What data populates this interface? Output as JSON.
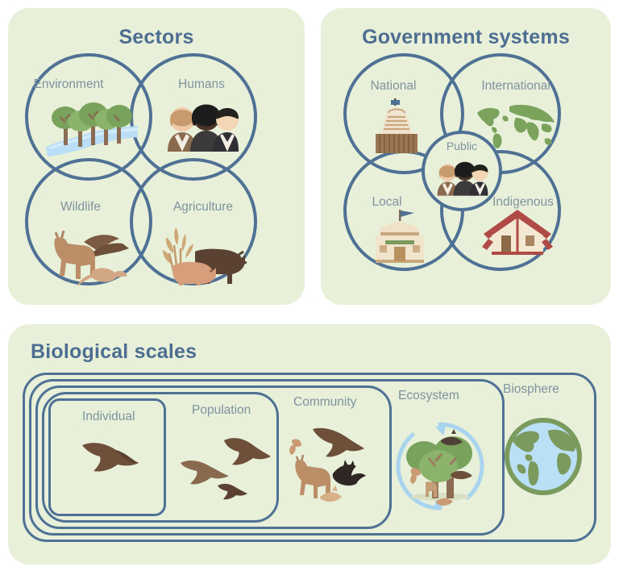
{
  "figure": {
    "background": "#ffffff",
    "panel_bg": "#e8f0da",
    "stroke": "#4e7194",
    "title_color": "#4e6e91",
    "label_color": "#7f939f"
  },
  "panels": [
    {
      "id": "sectors",
      "title": "Sectors",
      "type": "venn-4",
      "items": [
        {
          "label": "Environment",
          "icon": "forest-river-icon",
          "position": "top-left"
        },
        {
          "label": "Humans",
          "icon": "three-people-icon",
          "position": "top-right"
        },
        {
          "label": "Wildlife",
          "icon": "deer-bird-lizard-icon",
          "position": "bottom-left"
        },
        {
          "label": "Agriculture",
          "icon": "cow-pig-wheat-icon",
          "position": "bottom-right"
        }
      ]
    },
    {
      "id": "government-systems",
      "title": "Government systems",
      "type": "venn-4-plus-center",
      "items": [
        {
          "label": "National",
          "icon": "parliament-building-icon",
          "position": "top-left"
        },
        {
          "label": "International",
          "icon": "world-map-icon",
          "position": "top-right"
        },
        {
          "label": "Local",
          "icon": "town-hall-icon",
          "position": "bottom-left"
        },
        {
          "label": "Indigenous",
          "icon": "marae-house-icon",
          "position": "bottom-right"
        },
        {
          "label": "Public",
          "icon": "three-people-icon",
          "position": "center"
        }
      ]
    },
    {
      "id": "biological-scales",
      "title": "Biological scales",
      "type": "nested-boxes",
      "items": [
        {
          "label": "Individual",
          "icon": "single-bird-icon",
          "level": 1
        },
        {
          "label": "Population",
          "icon": "three-birds-icon",
          "level": 2
        },
        {
          "label": "Community",
          "icon": "deer-bat-birds-icon",
          "level": 3
        },
        {
          "label": "Ecosystem",
          "icon": "trees-cycle-icon",
          "level": 4
        },
        {
          "label": "Biosphere",
          "icon": "globe-icon",
          "level": 5
        }
      ]
    }
  ]
}
